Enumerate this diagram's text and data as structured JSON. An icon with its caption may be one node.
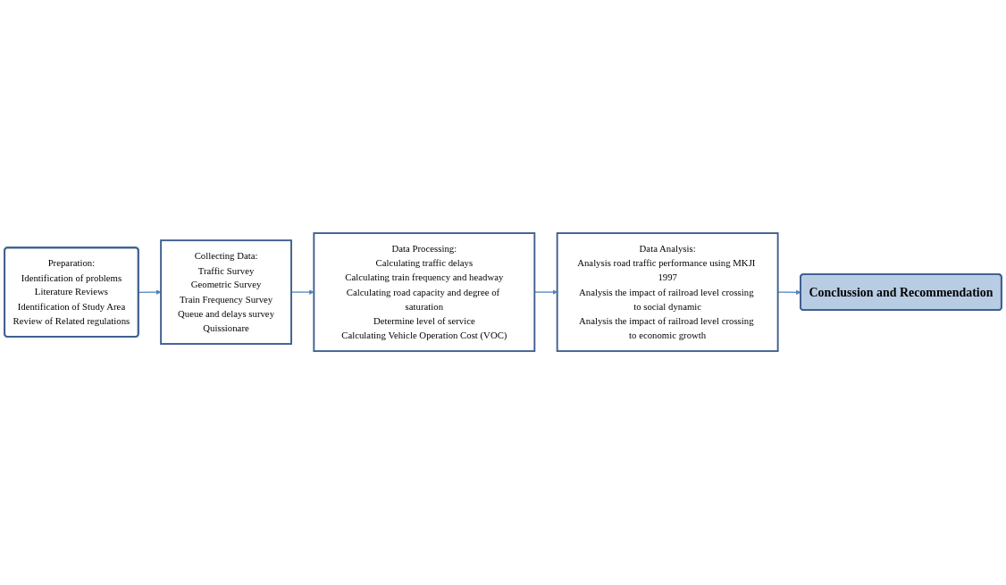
{
  "diagram": {
    "nodes": [
      {
        "text": [
          "Preparation:",
          "Identification of problems",
          "Literature Reviews",
          "Identification of Study Area",
          "Review of Related regulations"
        ]
      },
      {
        "text": [
          "Collecting Data:",
          "Traffic Survey",
          "Geometric Survey",
          "Train Frequency Survey",
          "Queue and delays survey",
          "Quissionare"
        ]
      },
      {
        "text": [
          "Data Processing:",
          "Calculating traffic delays",
          "Calculating train frequency and headway",
          "Calculating road capacity and degree of saturation",
          "Determine level of service",
          "Calculating Vehicle Operation Cost (VOC)"
        ]
      },
      {
        "text": [
          "Data Analysis:",
          "Analysis road traffic performance using MKJI 1997",
          "Analysis the impact of railroad level crossing to social dynamic",
          "Analysis the impact of railroad level crossing to economic growth"
        ]
      },
      {
        "text": [
          "Conclussion and Recommendation"
        ]
      }
    ],
    "edges": [
      {
        "from": 0,
        "to": 1,
        "arrow": "to"
      },
      {
        "from": 1,
        "to": 2,
        "arrow": "to"
      },
      {
        "from": 2,
        "to": 3,
        "arrow": "to"
      },
      {
        "from": 3,
        "to": 4,
        "arrow": "to"
      }
    ]
  }
}
